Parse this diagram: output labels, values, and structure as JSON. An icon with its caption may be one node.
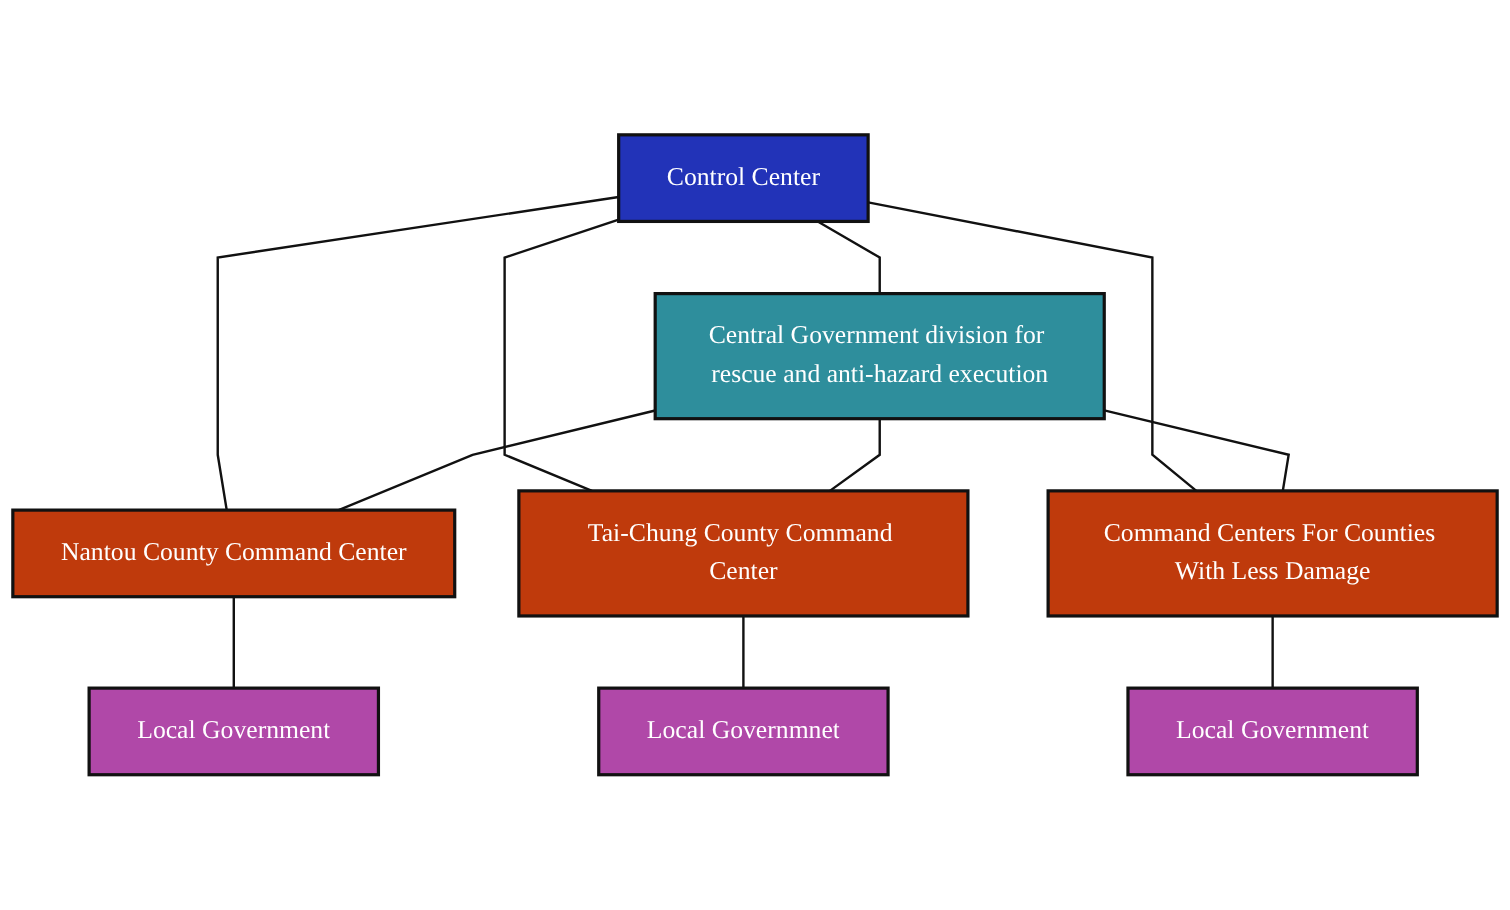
{
  "diagram": {
    "nodes": [
      {
        "text": [
          "Control Center"
        ]
      },
      {
        "text": [
          "Central Government division for rescue and anti-hazard execution"
        ]
      },
      {
        "text": [
          "Nantou County Command Center"
        ]
      },
      {
        "text": [
          "Tai-Chung County Command Center"
        ]
      },
      {
        "text": [
          "Command Centers For Counties With Less Damage"
        ]
      },
      {
        "text": [
          "Local Government"
        ]
      },
      {
        "text": [
          "Local Governmnet"
        ]
      },
      {
        "text": [
          "Local Government"
        ]
      }
    ],
    "edges": [
      {
        "from": 0,
        "to": 1,
        "arrow": "none"
      },
      {
        "from": 0,
        "to": 2,
        "arrow": "none"
      },
      {
        "from": 0,
        "to": 3,
        "arrow": "none"
      },
      {
        "from": 0,
        "to": 4,
        "arrow": "none"
      },
      {
        "from": 1,
        "to": 2,
        "arrow": "none"
      },
      {
        "from": 1,
        "to": 3,
        "arrow": "none"
      },
      {
        "from": 1,
        "to": 4,
        "arrow": "none"
      },
      {
        "from": 2,
        "to": 5,
        "arrow": "none"
      },
      {
        "from": 3,
        "to": 6,
        "arrow": "none"
      },
      {
        "from": 4,
        "to": 7,
        "arrow": "none"
      }
    ]
  }
}
